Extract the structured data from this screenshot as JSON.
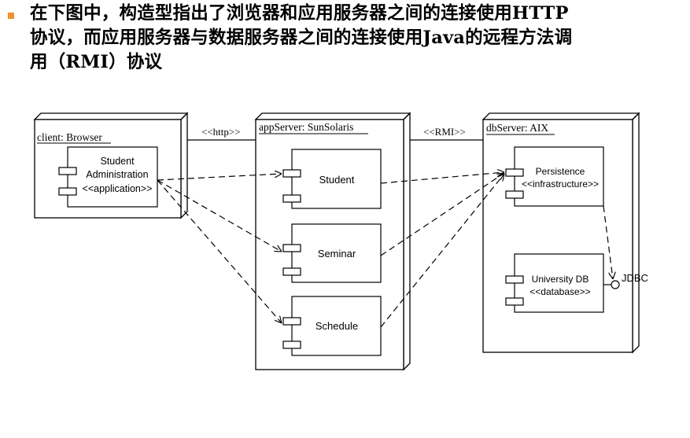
{
  "heading": {
    "line1": "在下图中，构造型指出了浏览器和应用服务器之间的连接使用HTTP",
    "line2": "协议，而应用服务器与数据服务器之间的连接使用Java的远程方法调",
    "line3": "用（RMI）协议"
  },
  "colors": {
    "bullet": "#f0912f",
    "ink": "#000000"
  },
  "diagram": {
    "nodes": {
      "client": {
        "label": "client: Browser"
      },
      "app": {
        "label": "appServer: SunSolaris"
      },
      "db": {
        "label": "dbServer: AIX"
      }
    },
    "links": {
      "http": "<<http>>",
      "rmi": "<<RMI>>"
    },
    "components": {
      "student_admin": {
        "l1": "Student",
        "l2": "Administration",
        "l3": "<<application>>"
      },
      "student": {
        "label": "Student"
      },
      "seminar": {
        "label": "Seminar"
      },
      "schedule": {
        "label": "Schedule"
      },
      "persistence": {
        "l1": "Persistence",
        "l2": "<<infrastructure>>"
      },
      "university_db": {
        "l1": "University DB",
        "l2": "<<database>>"
      }
    },
    "interface": {
      "label": "JDBC"
    }
  }
}
